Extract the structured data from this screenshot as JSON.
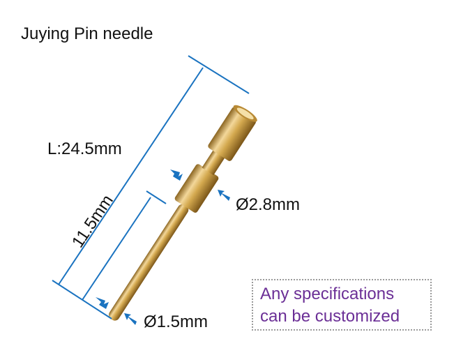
{
  "title": "Juying Pin needle",
  "dimensions": {
    "length": "L:24.5mm",
    "pin_length": "11.5mm",
    "body_diameter": "Ø2.8mm",
    "tip_diameter": "Ø1.5mm"
  },
  "note": {
    "line1": "Any specifications",
    "line2": "can be customized"
  },
  "colors": {
    "dimension_line": "#1a73c0",
    "note_text": "#6b2f96",
    "brass": "#d4a94f"
  }
}
